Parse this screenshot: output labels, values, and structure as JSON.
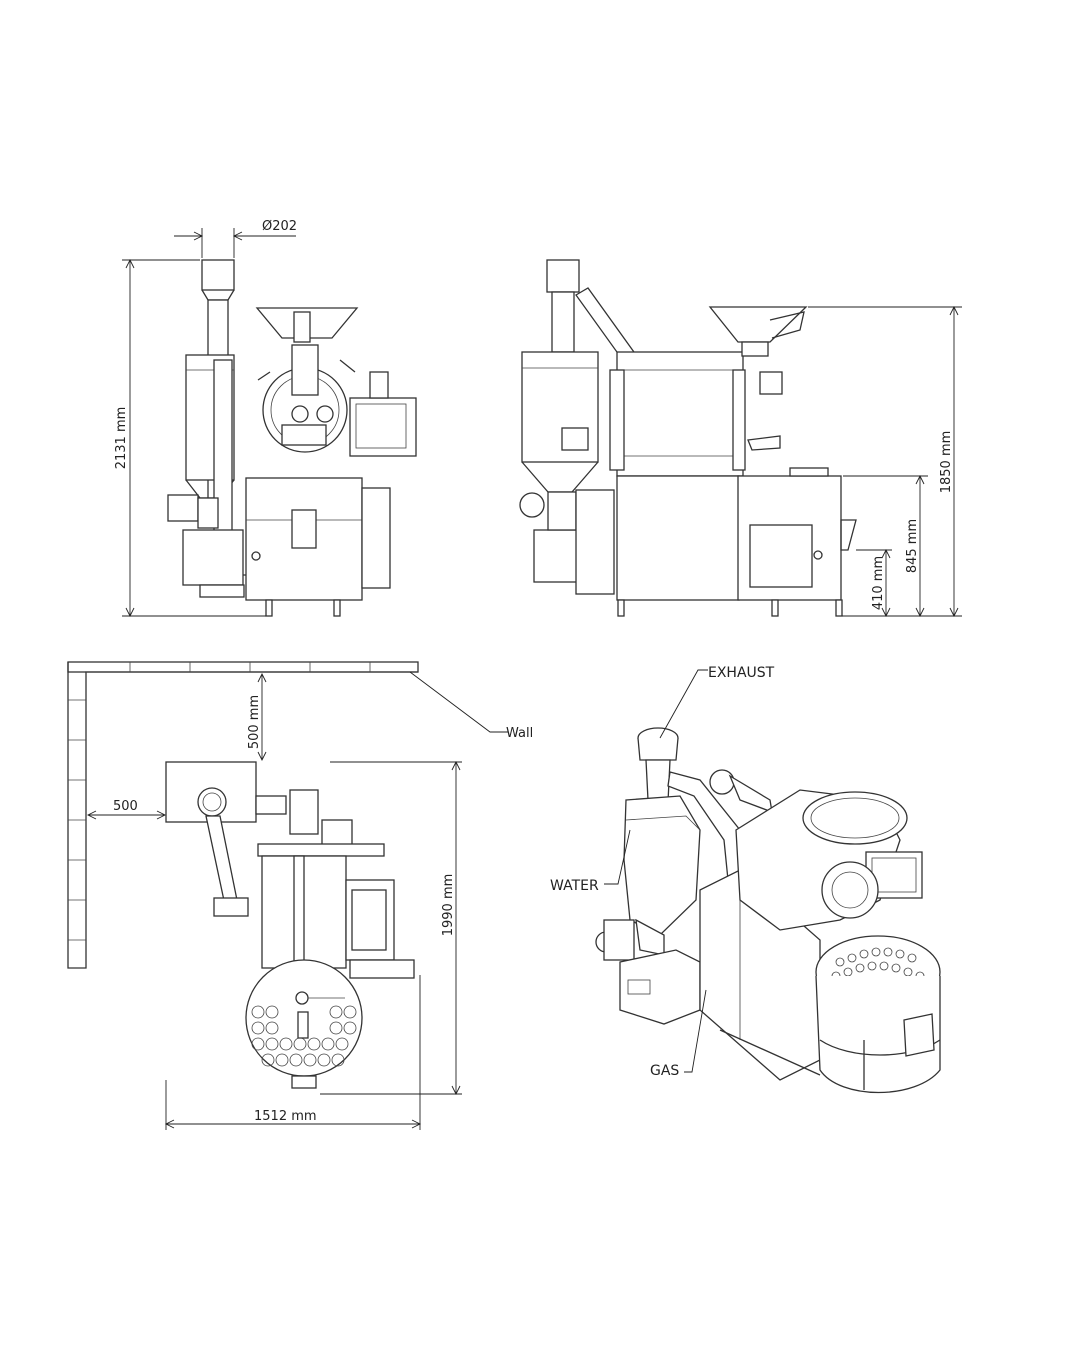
{
  "dimensions": {
    "stack_diameter": "Ø202",
    "total_height": "2131 mm",
    "side_height": "1850 mm",
    "cooler_height": "845 mm",
    "base_height": "410 mm",
    "wall_clearance_back": "500 mm",
    "wall_clearance_side": "500",
    "depth": "1990 mm",
    "width": "1512 mm"
  },
  "labels": {
    "wall": "Wall",
    "exhaust": "EXHAUST",
    "water": "WATER",
    "gas": "GAS"
  },
  "colors": {
    "line": "#333333",
    "background": "#ffffff"
  }
}
